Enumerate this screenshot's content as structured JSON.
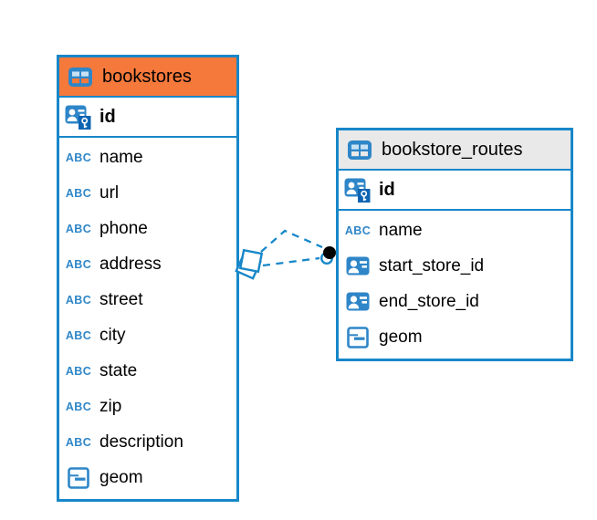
{
  "colors": {
    "accent_blue": "#1787C9",
    "icon_blue": "#2E86C8",
    "icon_blue_dark": "#0D64B2",
    "icon_cell_light": "#C7E2F4",
    "header_orange": "#F5793B",
    "header_gray": "#E9E9E9",
    "text_color": "#000000",
    "canvas_bg": "#FFFFFF"
  },
  "icons": {
    "text_type_label": "ABC"
  },
  "diagram": {
    "tables": [
      {
        "name": "bookstores",
        "header_style": "orange",
        "primary_key": {
          "name": "id",
          "icon": "primary-key-icon"
        },
        "columns": [
          {
            "name": "name",
            "icon": "text-type-icon"
          },
          {
            "name": "url",
            "icon": "text-type-icon"
          },
          {
            "name": "phone",
            "icon": "text-type-icon"
          },
          {
            "name": "address",
            "icon": "text-type-icon"
          },
          {
            "name": "street",
            "icon": "text-type-icon"
          },
          {
            "name": "city",
            "icon": "text-type-icon"
          },
          {
            "name": "state",
            "icon": "text-type-icon"
          },
          {
            "name": "zip",
            "icon": "text-type-icon"
          },
          {
            "name": "description",
            "icon": "text-type-icon"
          },
          {
            "name": "geom",
            "icon": "geometry-type-icon"
          }
        ]
      },
      {
        "name": "bookstore_routes",
        "header_style": "gray",
        "primary_key": {
          "name": "id",
          "icon": "primary-key-icon"
        },
        "columns": [
          {
            "name": "name",
            "icon": "text-type-icon"
          },
          {
            "name": "start_store_id",
            "icon": "reference-type-icon"
          },
          {
            "name": "end_store_id",
            "icon": "reference-type-icon"
          },
          {
            "name": "geom",
            "icon": "geometry-type-icon"
          }
        ]
      }
    ],
    "relationship": {
      "from": "bookstores",
      "to": "bookstore_routes",
      "line_style": "dashed",
      "line_count": 2
    }
  }
}
